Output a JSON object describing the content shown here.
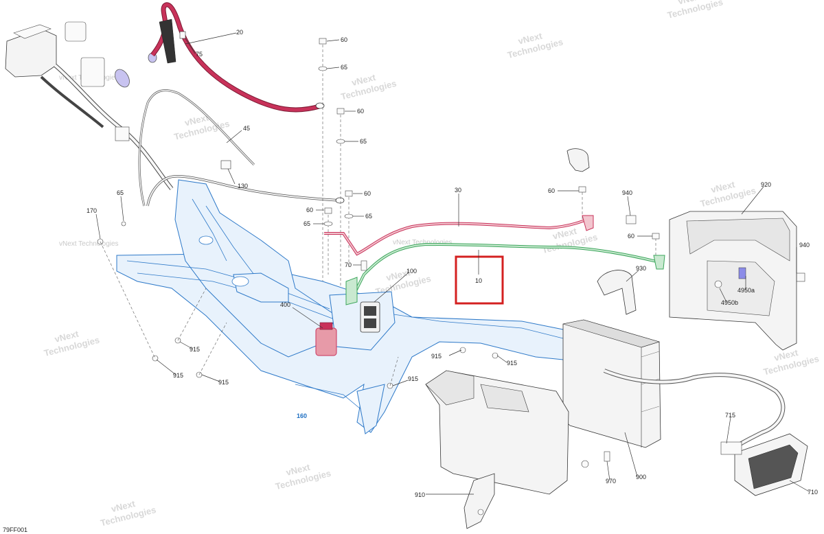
{
  "diagram": {
    "ref_code": "79FF001",
    "watermark_line1": "vNext",
    "watermark_line2": "Technologies",
    "watermark_inline": "vNext Technologies",
    "highlight_label": "10",
    "callouts": {
      "c20": "20",
      "c75": "75",
      "c45": "45",
      "c130": "130",
      "c60a": "60",
      "c65a": "65",
      "c60b": "60",
      "c65b": "65",
      "c60c": "60",
      "c65c": "65",
      "c60d": "60",
      "c65d": "65",
      "c70": "70",
      "c100": "100",
      "c400": "400",
      "c30": "30",
      "c60e": "60",
      "c940a": "940",
      "c920": "920",
      "c60f": "60",
      "c930": "930",
      "c940b": "940",
      "c4950a": "4950a",
      "c4950b": "4950b",
      "c170": "170",
      "c65e": "65",
      "c160": "160",
      "c915a": "915",
      "c915b": "915",
      "c915c": "915",
      "c915d": "915",
      "c915e": "915",
      "c910": "910",
      "c900": "900",
      "c970": "970",
      "c715": "715",
      "c710": "710"
    },
    "colors": {
      "positive_cable": "#c8325a",
      "positive_cable_light": "#e79aa8",
      "negative_cable": "#3aa55a",
      "negative_cable_light": "#9ed4a8",
      "frame_blue": "#2c78c8",
      "highlight_box": "#d42020",
      "part_label_blue": "#1e6fc2"
    }
  }
}
